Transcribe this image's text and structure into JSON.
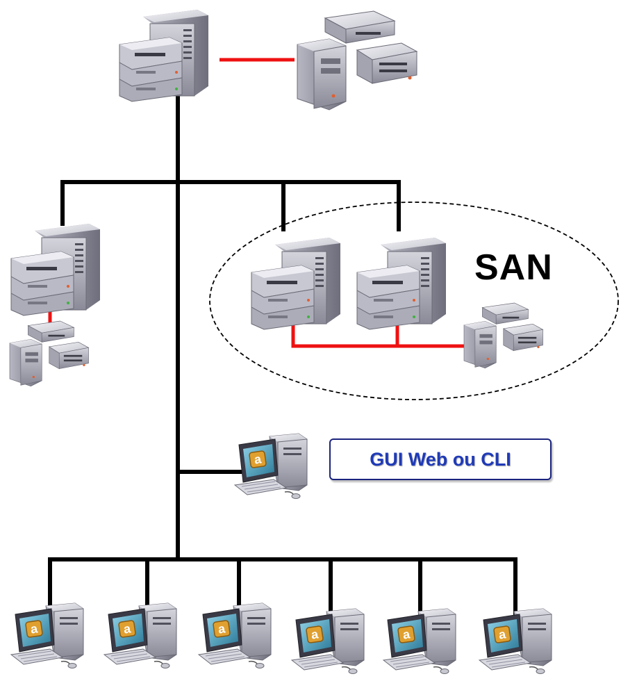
{
  "diagram": {
    "san_label": "SAN",
    "admin_label": "GUI Web ou CLI",
    "colors": {
      "network_line": "#000000",
      "storage_link": "#ee1111",
      "server_body": "#a8a8b4",
      "monitor_screen": "#4aa0c0",
      "app_logo": "#e0a030",
      "label_text": "#1f3ab8"
    },
    "nodes": {
      "servers": [
        "main-server",
        "backup-server",
        "san-server-1",
        "san-server-2"
      ],
      "storage": [
        "main-storage",
        "backup-storage",
        "san-storage"
      ],
      "admin_workstation": "admin-workstation",
      "client_workstations": 6
    }
  }
}
